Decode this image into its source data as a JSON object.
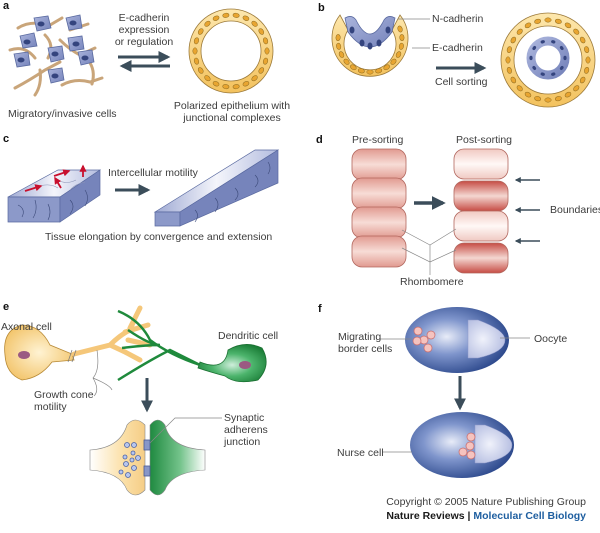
{
  "figure": {
    "colors": {
      "blue_cell": "#8a98c8",
      "blue_cell_dark": "#4a5a94",
      "yellow_cell": "#f6c969",
      "yellow_cell_light": "#fbe3a6",
      "arrow": "#3b4d5a",
      "red_arrow": "#c8102e",
      "rhombomere": "#e4a49a",
      "rhombomere_dark": "#c9544c",
      "neuron_axon": "#f5c77a",
      "neuron_dendrite": "#1f8a3c",
      "egg_chamber": "#3d5a9c",
      "oocyte": "#c5cbe6",
      "border_cell": "#f2b9b5",
      "journal_blue": "#1f5fa0"
    },
    "panels": {
      "a": {
        "letter": "a",
        "label_left": "Migratory/invasive cells",
        "label_right_1": "Polarized epithelium with",
        "label_right_2": "junctional complexes",
        "arrow_label_1": "E-cadherin",
        "arrow_label_2": "expression",
        "arrow_label_3": "or regulation"
      },
      "b": {
        "letter": "b",
        "label_n": "N-cadherin",
        "label_e": "E-cadherin",
        "arrow_label": "Cell sorting"
      },
      "c": {
        "letter": "c",
        "arrow_label": "Intercellular motility",
        "caption": "Tissue elongation by convergence and extension"
      },
      "d": {
        "letter": "d",
        "label_pre": "Pre-sorting",
        "label_post": "Post-sorting",
        "label_boundaries": "Boundaries",
        "label_rhombomere": "Rhombomere"
      },
      "e": {
        "letter": "e",
        "label_axonal": "Axonal cell",
        "label_dendritic": "Dendritic cell",
        "label_growth_1": "Growth cone",
        "label_growth_2": "motility",
        "label_synaptic_1": "Synaptic",
        "label_synaptic_2": "adherens",
        "label_synaptic_3": "junction"
      },
      "f": {
        "letter": "f",
        "label_migrating_1": "Migrating",
        "label_migrating_2": "border cells",
        "label_oocyte": "Oocyte",
        "label_nurse": "Nurse cell"
      }
    },
    "credit": {
      "copyright": "Copyright © 2005 Nature Publishing Group",
      "journal_prefix": "Nature Reviews | ",
      "journal_name": "Molecular Cell Biology"
    }
  }
}
